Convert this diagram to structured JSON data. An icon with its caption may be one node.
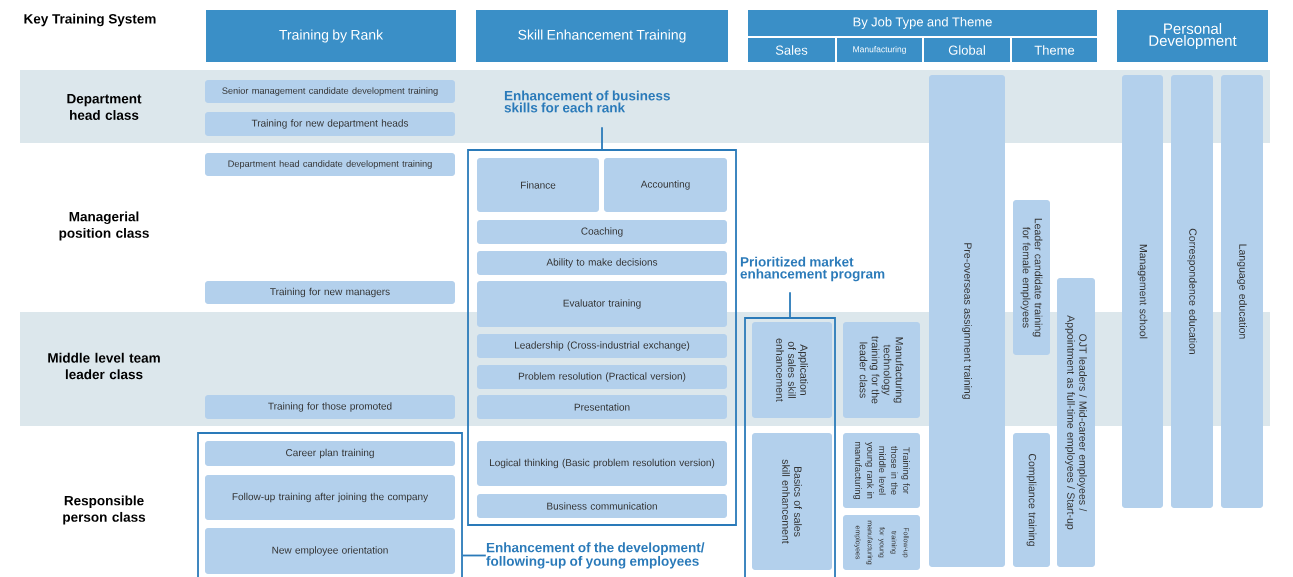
{
  "diagram": {
    "title": "Key Training System",
    "nodes": [
      {
        "text": [
          "Training by Rank"
        ]
      },
      {
        "text": [
          "Skill Enhancement Training"
        ]
      },
      {
        "text": [
          "By Job Type and Theme"
        ]
      },
      {
        "text": [
          "Sales"
        ]
      },
      {
        "text": [
          "Manufacturing"
        ]
      },
      {
        "text": [
          "Global"
        ]
      },
      {
        "text": [
          "Theme"
        ]
      },
      {
        "text": [
          "Personal Development"
        ]
      },
      {
        "text": [
          "Senior management candidate development training"
        ]
      },
      {
        "text": [
          "Training for new department heads"
        ]
      },
      {
        "text": [
          "Department head candidate development training"
        ]
      },
      {
        "text": [
          "Training for new managers"
        ]
      },
      {
        "text": [
          "Training for those promoted"
        ]
      },
      {
        "text": [],
        "shape": "box"
      },
      {
        "text": [
          "Career plan training"
        ],
        "in": 13
      },
      {
        "text": [
          "Follow-up training after joining the company"
        ],
        "in": 13
      },
      {
        "text": [
          "New employee orientation"
        ],
        "in": 13
      },
      {
        "text": [],
        "shape": "box"
      },
      {
        "text": [
          "Finance"
        ],
        "in": 17
      },
      {
        "text": [
          "Accounting"
        ],
        "in": 17
      },
      {
        "text": [
          "Coaching"
        ],
        "in": 17
      },
      {
        "text": [
          "Ability to make decisions"
        ],
        "in": 17
      },
      {
        "text": [
          "Evaluator training"
        ],
        "in": 17
      },
      {
        "text": [
          "Leadership (Cross-industrial exchange)"
        ],
        "in": 17
      },
      {
        "text": [
          "Problem resolution (Practical version)"
        ],
        "in": 17
      },
      {
        "text": [
          "Presentation"
        ],
        "in": 17
      },
      {
        "text": [
          "Logical thinking (Basic problem resolution version)"
        ],
        "in": 17
      },
      {
        "text": [
          "Business communication"
        ],
        "in": 17
      },
      {
        "text": [
          "Enhancement of business skills for each rank"
        ]
      },
      {
        "text": [
          "Enhancement of the development/ following-up of young employees"
        ]
      },
      {
        "text": [],
        "shape": "box"
      },
      {
        "text": [
          "Application of sales skill enhancement"
        ],
        "in": 30
      },
      {
        "text": [
          "Basics of sales skill enhancement"
        ],
        "in": 30
      },
      {
        "text": [
          "Prioritized market enhancement program"
        ]
      },
      {
        "text": [
          "Manufacturing technology training for the leader class"
        ]
      },
      {
        "text": [
          "Training for those in the middle level young rank in manufacturing"
        ]
      },
      {
        "text": [
          "Follow-up training for young manufacturing employees"
        ]
      },
      {
        "text": [
          "Pre-overseas assignment training"
        ]
      },
      {
        "text": [
          "Leader candidate training for female employees"
        ]
      },
      {
        "text": [
          "OJT leaders / Mid-career employees / Appointment as full-time employees / Start-up"
        ]
      },
      {
        "text": [
          "Compliance training"
        ]
      },
      {
        "text": [
          "Management school"
        ]
      },
      {
        "text": [
          "Correspondence education"
        ]
      },
      {
        "text": [
          "Language education"
        ]
      }
    ],
    "edges": [
      {
        "from": 28,
        "to": 17,
        "arrow": "none"
      },
      {
        "from": 29,
        "to": 13,
        "arrow": "none"
      },
      {
        "from": 33,
        "to": 30,
        "arrow": "none"
      }
    ],
    "labels": [
      "Department head class",
      "Managerial position class",
      "Middle level team leader class",
      "Responsible person class"
    ]
  }
}
